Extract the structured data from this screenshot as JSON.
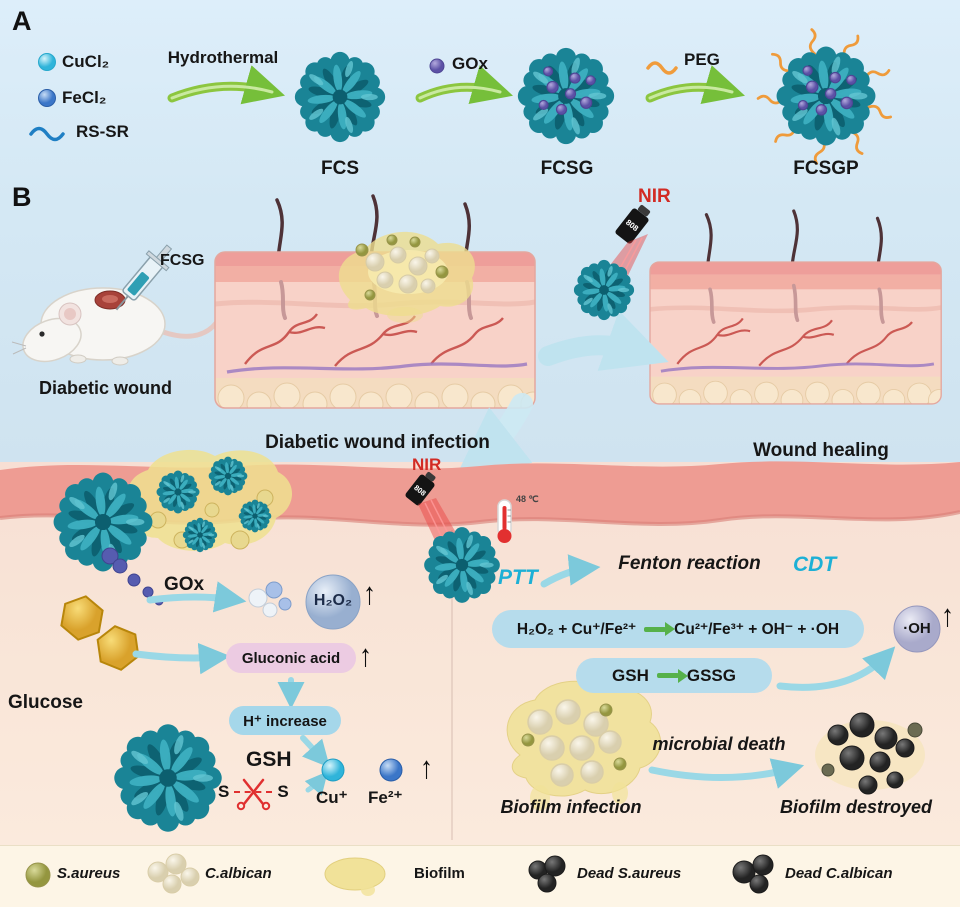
{
  "panel_a": {
    "label": "A",
    "cucl2": "CuCl₂",
    "fecl2": "FeCl₂",
    "rssr": "RS-SR",
    "hydrothermal": "Hydrothermal",
    "fcs": "FCS",
    "gox": "GOx",
    "fcsg": "FCSG",
    "peg": "PEG",
    "fcsgp": "FCSGP"
  },
  "panel_b": {
    "label": "B",
    "injection": "FCSG",
    "mouse_caption": "Diabetic wound",
    "infected_caption": "Diabetic wound infection",
    "nir": "NIR",
    "laser": "808",
    "healed_caption": "Wound healing"
  },
  "mech": {
    "nir": "NIR",
    "laser": "808",
    "temperature": "48 ℃",
    "ptt": "PTT",
    "fenton_title": "Fenton reaction",
    "cdt": "CDT",
    "gox": "GOx",
    "glucose": "Glucose",
    "h2o2": "H₂O₂",
    "gluconic_acid": "Gluconic acid",
    "h_increase": "H⁺ increase",
    "gsh": "GSH",
    "s_left": "S",
    "s_right": "S",
    "cu": "Cu⁺",
    "fe": "Fe²⁺",
    "fenton_lhs": "H₂O₂ + Cu⁺/Fe²⁺",
    "fenton_rhs": "Cu²⁺/Fe³⁺ + OH⁻ + ·OH",
    "oh": "·OH",
    "gsh2": "GSH",
    "gssg": "GSSG",
    "biofilm_infection": "Biofilm infection",
    "microbial_death": "microbial death",
    "biofilm_destroyed": "Biofilm destroyed"
  },
  "legend_bar": {
    "s_aureus": "S.aureus",
    "c_albican": "C.albican",
    "biofilm": "Biofilm",
    "dead_s_aureus": "Dead S.aureus",
    "dead_c_albican": "Dead C.albican"
  }
}
